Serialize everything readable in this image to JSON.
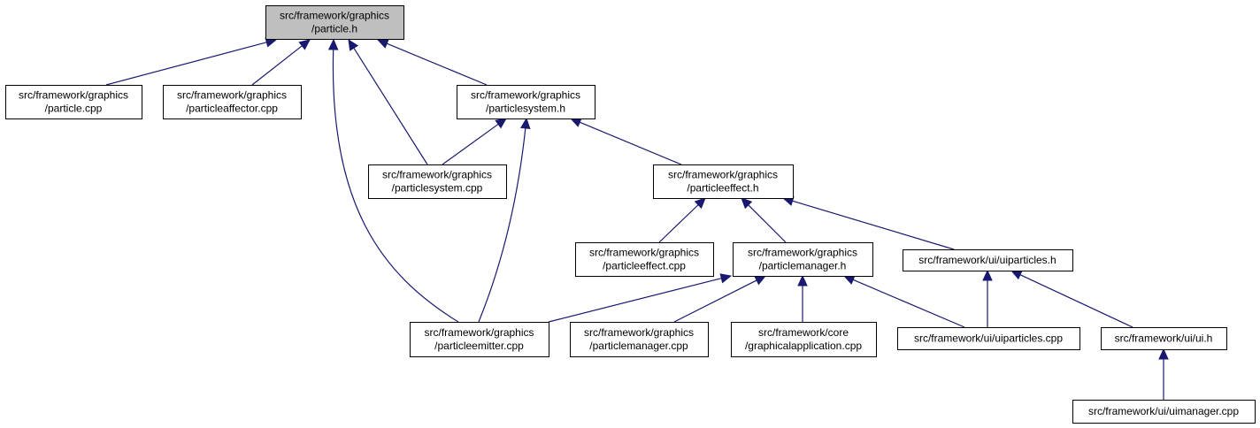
{
  "colors": {
    "root_fill": "#bfbfbf",
    "node_fill": "#ffffff",
    "node_border": "#000000",
    "edge": "#191970"
  },
  "nodes": {
    "particle_h": {
      "lines": [
        "src/framework/graphics",
        "/particle.h"
      ],
      "is_root": true
    },
    "particle_cpp": {
      "lines": [
        "src/framework/graphics",
        "/particle.cpp"
      ]
    },
    "particleaffector_cpp": {
      "lines": [
        "src/framework/graphics",
        "/particleaffector.cpp"
      ]
    },
    "particlesystem_h": {
      "lines": [
        "src/framework/graphics",
        "/particlesystem.h"
      ]
    },
    "particlesystem_cpp": {
      "lines": [
        "src/framework/graphics",
        "/particlesystem.cpp"
      ]
    },
    "particleeffect_h": {
      "lines": [
        "src/framework/graphics",
        "/particleeffect.h"
      ]
    },
    "particleeffect_cpp": {
      "lines": [
        "src/framework/graphics",
        "/particleeffect.cpp"
      ]
    },
    "particlemanager_h": {
      "lines": [
        "src/framework/graphics",
        "/particlemanager.h"
      ]
    },
    "uiparticles_h": {
      "lines": [
        "src/framework/ui/uiparticles.h"
      ]
    },
    "particleemitter_cpp": {
      "lines": [
        "src/framework/graphics",
        "/particleemitter.cpp"
      ]
    },
    "particlemanager_cpp": {
      "lines": [
        "src/framework/graphics",
        "/particlemanager.cpp"
      ]
    },
    "graphicalapplication_cpp": {
      "lines": [
        "src/framework/core",
        "/graphicalapplication.cpp"
      ]
    },
    "uiparticles_cpp": {
      "lines": [
        "src/framework/ui/uiparticles.cpp"
      ]
    },
    "ui_h": {
      "lines": [
        "src/framework/ui/ui.h"
      ]
    },
    "uimanager_cpp": {
      "lines": [
        "src/framework/ui/uimanager.cpp"
      ]
    }
  },
  "edges": [
    {
      "from": "particle_cpp",
      "to": "particle_h"
    },
    {
      "from": "particleaffector_cpp",
      "to": "particle_h"
    },
    {
      "from": "particlesystem_h",
      "to": "particle_h"
    },
    {
      "from": "particlesystem_cpp",
      "to": "particle_h"
    },
    {
      "from": "particleemitter_cpp",
      "to": "particle_h"
    },
    {
      "from": "particlesystem_cpp",
      "to": "particlesystem_h"
    },
    {
      "from": "particleemitter_cpp",
      "to": "particlesystem_h"
    },
    {
      "from": "particleeffect_h",
      "to": "particlesystem_h"
    },
    {
      "from": "particleeffect_cpp",
      "to": "particleeffect_h"
    },
    {
      "from": "particlemanager_h",
      "to": "particleeffect_h"
    },
    {
      "from": "uiparticles_h",
      "to": "particleeffect_h"
    },
    {
      "from": "particleemitter_cpp",
      "to": "particlemanager_h"
    },
    {
      "from": "particlemanager_cpp",
      "to": "particlemanager_h"
    },
    {
      "from": "graphicalapplication_cpp",
      "to": "particlemanager_h"
    },
    {
      "from": "uiparticles_cpp",
      "to": "particlemanager_h"
    },
    {
      "from": "uiparticles_cpp",
      "to": "uiparticles_h"
    },
    {
      "from": "ui_h",
      "to": "uiparticles_h"
    },
    {
      "from": "uimanager_cpp",
      "to": "ui_h"
    }
  ]
}
